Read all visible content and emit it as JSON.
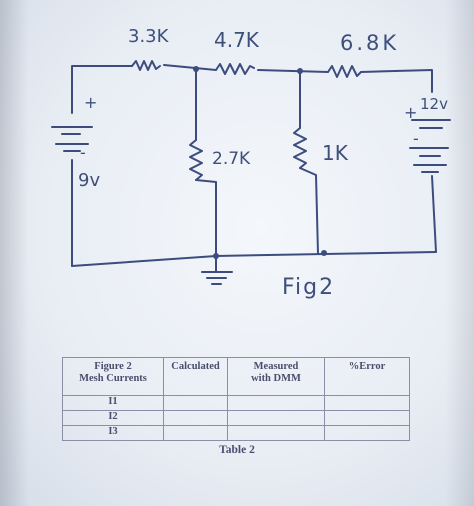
{
  "circuit": {
    "resistors": {
      "r_top_left": "3.3K",
      "r_top_mid": "4.7K",
      "r_top_right": "6.8K",
      "r_mid_left": "2.7K",
      "r_mid_right": "1K"
    },
    "sources": {
      "left_source": "9v",
      "right_source": "12v",
      "plus_sign": "+",
      "minus_sign": "-"
    },
    "figure_label": "Fig2"
  },
  "table": {
    "headers": [
      [
        "Figure 2",
        "Mesh Currents"
      ],
      [
        "Calculated"
      ],
      [
        "Measured",
        "with DMM"
      ],
      [
        "%Error"
      ]
    ],
    "rows": [
      [
        "I1",
        "",
        "",
        ""
      ],
      [
        "I2",
        "",
        "",
        ""
      ],
      [
        "I3",
        "",
        "",
        ""
      ]
    ],
    "caption": "Table 2"
  }
}
